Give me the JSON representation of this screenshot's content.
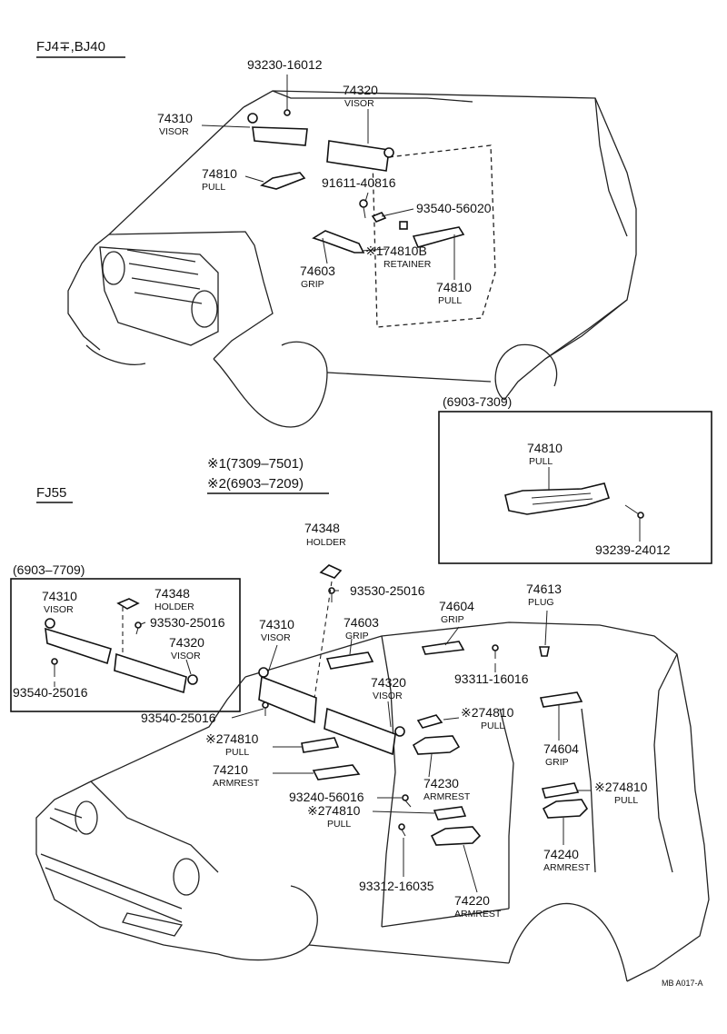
{
  "sections": {
    "top_model": "FJ4∓,BJ40",
    "bottom_model": "FJ55",
    "note_1": "※1(7309–7501)",
    "note_2": "※2(6903–7209)",
    "inset_left_range": "(6903–7709)",
    "inset_right_range": "(6903-7309)"
  },
  "top_parts": {
    "screw_93230": "93230-16012",
    "visor_74320_num": "74320",
    "visor_74320_name": "VISOR",
    "visor_74310_num": "74310",
    "visor_74310_name": "VISOR",
    "pull_74810_left_num": "74810",
    "pull_74810_left_name": "PULL",
    "screw_91611": "91611-40816",
    "screw_93540": "93540-56020",
    "retainer_num": "※174810B",
    "retainer_name": "RETAINER",
    "grip_74603_num": "74603",
    "grip_74603_name": "GRIP",
    "pull_74810_right_num": "74810",
    "pull_74810_right_name": "PULL"
  },
  "inset_right": {
    "pull_num": "74810",
    "pull_name": "PULL",
    "screw": "93239-24012"
  },
  "inset_left": {
    "visor_74310_num": "74310",
    "visor_74310_name": "VISOR",
    "holder_num": "74348",
    "holder_name": "HOLDER",
    "screw_93530": "93530-25016",
    "visor_74320_num": "74320",
    "visor_74320_name": "VISOR",
    "screw_93540": "93540-25016"
  },
  "bottom_parts": {
    "holder_num": "74348",
    "holder_name": "HOLDER",
    "screw_93530": "93530-25016",
    "plug_num": "74613",
    "plug_name": "PLUG",
    "grip_74604_top_num": "74604",
    "grip_74604_top_name": "GRIP",
    "visor_74310_num": "74310",
    "visor_74310_name": "VISOR",
    "grip_74603_num": "74603",
    "grip_74603_name": "GRIP",
    "screw_93311": "93311-16016",
    "visor_74320_num": "74320",
    "visor_74320_name": "VISOR",
    "pull_274810_right_num": "※274810",
    "pull_274810_right_name": "PULL",
    "screw_93540": "93540-25016",
    "pull_274810_left_num": "※274810",
    "pull_274810_left_name": "PULL",
    "grip_74604_right_num": "74604",
    "grip_74604_right_name": "GRIP",
    "armrest_74210_num": "74210",
    "armrest_74210_name": "ARMREST",
    "armrest_74230_num": "74230",
    "armrest_74230_name": "ARMREST",
    "screw_93240": "93240-56016",
    "pull_274810_rr_num": "※274810",
    "pull_274810_rr_name": "PULL",
    "pull_274810_mid_num": "※274810",
    "pull_274810_mid_name": "PULL",
    "armrest_74240_num": "74240",
    "armrest_74240_name": "ARMREST",
    "screw_93312": "93312-16035",
    "armrest_74220_num": "74220",
    "armrest_74220_name": "ARMREST"
  },
  "footer_code": "MB  A017-A"
}
